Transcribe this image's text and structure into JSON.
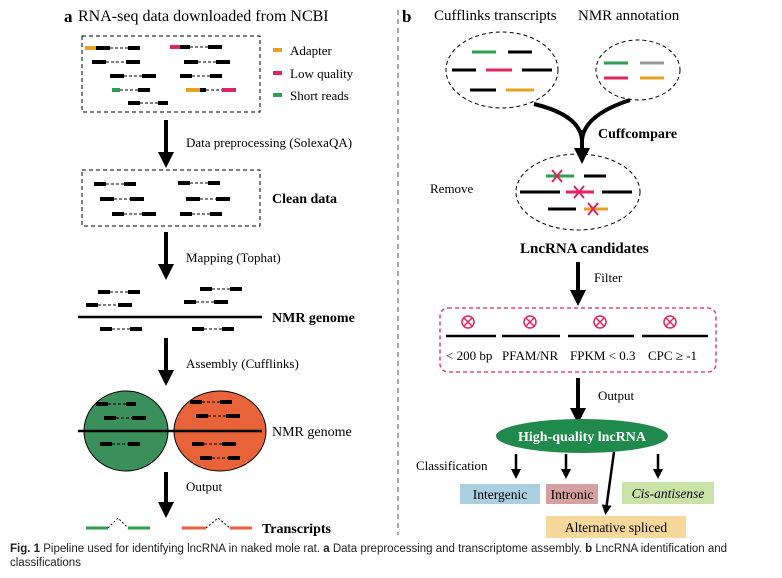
{
  "panel_a": {
    "letter": "a",
    "title": "RNA-seq data downloaded from NCBI",
    "legend": [
      {
        "label": "Adapter",
        "color": "#e8a020"
      },
      {
        "label": "Low quality",
        "color": "#e0245e"
      },
      {
        "label": "Short reads",
        "color": "#2e9e50"
      }
    ],
    "steps": {
      "preprocessing": "Data preprocessing (SolexaQA)",
      "clean_data": "Clean data",
      "mapping": "Mapping (Tophat)",
      "nmr_genome_bold": "NMR genome",
      "assembly": "Assembly (Cufflinks)",
      "nmr_genome": "NMR genome",
      "output": "Output",
      "transcripts": "Transcripts"
    },
    "colors": {
      "green_blob": "#3a8f5a",
      "orange_blob": "#e8623a"
    }
  },
  "panel_b": {
    "letter": "b",
    "cufflinks_label": "Cufflinks transcripts",
    "nmr_annotation_label": "NMR annotation",
    "cuffcompare": "Cuffcompare",
    "remove": "Remove",
    "lncrna_candidates": "LncRNA candidates",
    "filter": "Filter",
    "filters": [
      "< 200 bp",
      "PFAM/NR",
      "FPKM < 0.3",
      "CPC ≥ -1"
    ],
    "output": "Output",
    "high_quality": "High-quality lncRNA",
    "classification": "Classification",
    "classes": [
      {
        "label": "Intergenic",
        "color": "#a9cfe0"
      },
      {
        "label": "Intronic",
        "color": "#d4a0a0"
      },
      {
        "label": "Cis-antisense",
        "color": "#c9e2a8"
      },
      {
        "label": "Alternative spliced",
        "color": "#f5d89a"
      }
    ],
    "colors": {
      "ellipse": "#1f8a4c",
      "filter_border": "#e0245e"
    }
  },
  "caption": {
    "fig": "Fig. 1",
    "text_1": "Pipeline used for identifying lncRNA in naked mole rat.",
    "a": "a",
    "text_2": "Data preprocessing and transcriptome assembly.",
    "b": "b",
    "text_3": "LncRNA identification and classifications"
  }
}
